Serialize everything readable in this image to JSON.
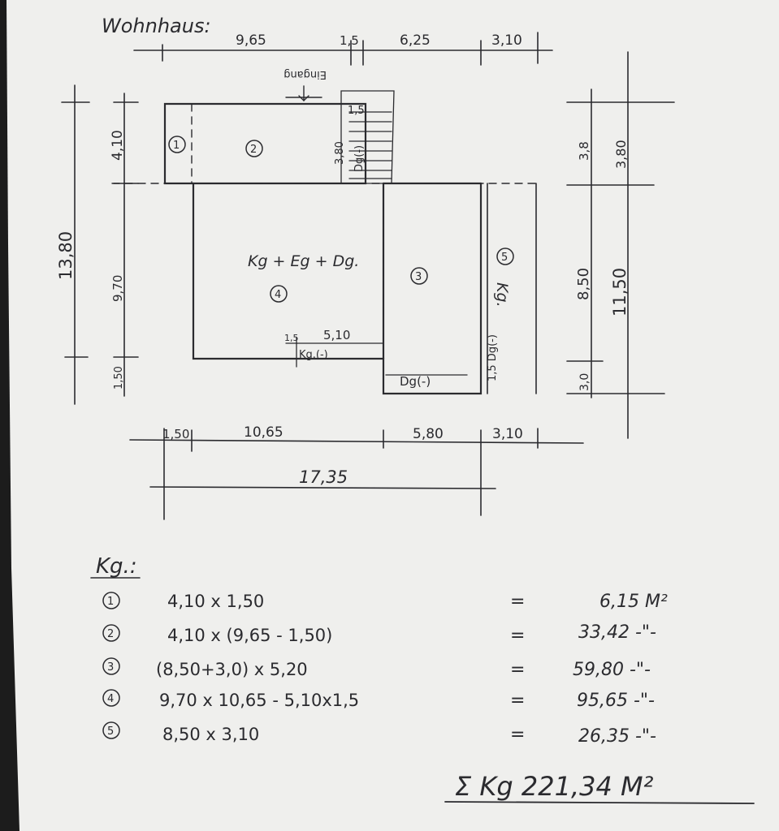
{
  "title": "Wohnhaus:",
  "plan": {
    "top_dims": [
      "9,65",
      "1,5",
      "6,25",
      "3,10"
    ],
    "bottom_dims": [
      "1,50",
      "10,65",
      "5,80",
      "3,10"
    ],
    "total_width": "17,35",
    "left_outer": "13,80",
    "left_dims": [
      "4,10",
      "9,70",
      "1,50"
    ],
    "right_dims": [
      "3,8",
      "8,50",
      "3,0"
    ],
    "right_outer": [
      "3,80",
      "11,50"
    ],
    "entrance": "Eingang",
    "stair_dim_h": "1,5",
    "stair_dim_v": "3,80",
    "stair_label": "Dg(-)",
    "room_numbers": [
      "1",
      "2",
      "3",
      "4",
      "5"
    ],
    "label_main": "Kg + Eg + Dg.",
    "label_room5": "Kg.",
    "notch_w": "5,10",
    "notch_h": "1,5",
    "notch_label": "Kg.(-)",
    "bottom_label": "Dg(-)",
    "right_strip_label": "1,5 Dg(-)"
  },
  "calc": {
    "heading": "Kg.:",
    "rows": [
      {
        "num": "1",
        "expr": "4,10 x 1,50",
        "eq": "=",
        "result": "6,15 M²"
      },
      {
        "num": "2",
        "expr": "4,10 x (9,65 - 1,50)",
        "eq": "=",
        "result": "33,42 -\"-"
      },
      {
        "num": "3",
        "expr": "(8,50+3,0) x 5,20",
        "eq": "=",
        "result": "59,80 -\"-"
      },
      {
        "num": "4",
        "expr": "9,70 x 10,65 - 5,10x1,5",
        "eq": "=",
        "result": "95,65 -\"-"
      },
      {
        "num": "5",
        "expr": "8,50 x 3,10",
        "eq": "=",
        "result": "26,35 -\"-"
      }
    ],
    "total": "Σ Kg  221,34 M²"
  },
  "colors": {
    "paper": "#efefed",
    "ink": "#2b2b2f",
    "frame": "#1c1c1c"
  }
}
